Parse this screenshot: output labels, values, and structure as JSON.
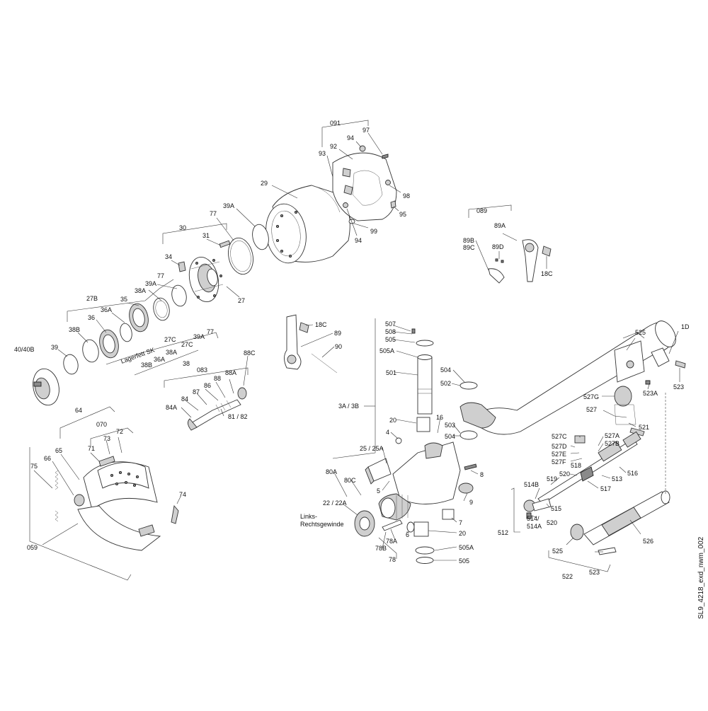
{
  "colors": {
    "line": "#333333",
    "shade": "#cfcfcf",
    "dark": "#8a8a8a",
    "background": "#ffffff"
  },
  "labels": {
    "l091": "091",
    "l94a": "94",
    "l97": "97",
    "l93": "93",
    "l92": "92",
    "l98": "98",
    "l95": "95",
    "l99": "99",
    "l94b": "94",
    "l29": "29",
    "l39A_a": "39A",
    "l77_a": "77",
    "l30": "30",
    "l31": "31",
    "l34": "34",
    "l27": "27",
    "l27B": "27B",
    "l39A_b": "39A",
    "l77_b": "77",
    "l38A_a": "38A",
    "l35": "35",
    "l36A_a": "36A",
    "l36": "36",
    "l38B_a": "38B",
    "l39": "39",
    "l40": "40/40B",
    "l77_c": "77",
    "l39A_c": "39A",
    "l27C_a": "27C",
    "l27C_b": "27C",
    "l38A_b": "38A",
    "l36A_b": "36A",
    "l38B_b": "38B",
    "l38": "38",
    "lagerfett": "Lagerfett SK",
    "l083": "083",
    "l88A": "88A",
    "l88": "88",
    "l86": "86",
    "l87": "87",
    "l84": "84",
    "l84A": "84A",
    "l8182": "81 / 82",
    "l88C": "88C",
    "l64": "64",
    "l070": "070",
    "l72": "72",
    "l73": "73",
    "l71": "71",
    "l65": "65",
    "l66": "66",
    "l75": "75",
    "l74": "74",
    "l059": "059",
    "l089": "089",
    "l89B": "89B",
    "l89C": "89C",
    "l89A": "89A",
    "l89D": "89D",
    "l18C_a": "18C",
    "l18C_b": "18C",
    "l89": "89",
    "l90": "90",
    "l507": "507",
    "l508": "508",
    "l505_a": "505",
    "l505A_a": "505A",
    "l501": "501",
    "l504_a": "504",
    "l502": "502",
    "l3A3B": "3A / 3B",
    "l20_a": "20",
    "l16": "16",
    "l503": "503",
    "l504_b": "504",
    "l4": "4",
    "l2525A": "25 / 25A",
    "l8": "8",
    "l9": "9",
    "l80A": "80A",
    "l80C": "80C",
    "l5": "5",
    "l2222A": "22 / 22A",
    "links1": "Links-",
    "links2": "Rechtsgewinde",
    "l6": "6",
    "l7": "7",
    "l20_b": "20",
    "l78A": "78A",
    "l78B": "78B",
    "l78": "78",
    "l505A_b": "505A",
    "l505_b": "505",
    "l525_a": "525",
    "l1D": "1D",
    "l523_a": "523",
    "l523A": "523A",
    "l527G": "527G",
    "l527": "527",
    "l521": "521",
    "l527C": "527C",
    "l527D": "527D",
    "l527E": "527E",
    "l527F": "527F",
    "l527A": "527A",
    "l527B": "527B",
    "l516": "516",
    "l518": "518",
    "l520_a": "520",
    "l519": "519",
    "l513": "513",
    "l517": "517",
    "l514B": "514B",
    "l515": "515",
    "l514": "514/",
    "l514A": "514A",
    "l520_b": "520",
    "l512": "512",
    "l525_b": "525",
    "l526": "526",
    "l522": "522",
    "l523_b": "523",
    "docid": "SL9_4218_exd_nwm_002"
  }
}
